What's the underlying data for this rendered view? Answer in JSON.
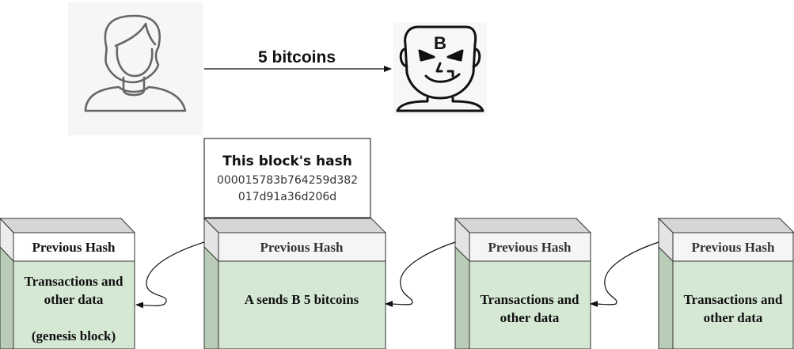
{
  "transfer": {
    "amount_label": "5 bitcoins",
    "sender_icon": "person-icon",
    "receiver_icon": "bitcoin-villain-icon",
    "coin_symbol": "B"
  },
  "hash_callout": {
    "title": "This block's hash",
    "line1": "000015783b764259d382",
    "line2": "017d91a36d206d"
  },
  "blocks": [
    {
      "header": "Previous Hash",
      "body_line1": "Transactions and",
      "body_line2": "other data",
      "body_line3": "(genesis block)"
    },
    {
      "header": "Previous Hash",
      "body_line1": "A sends B 5 bitcoins"
    },
    {
      "header": "Previous Hash",
      "body_line1": "Transactions and",
      "body_line2": "other data"
    },
    {
      "header": "Previous Hash",
      "body_line1": "Transactions and",
      "body_line2": "other data"
    }
  ],
  "colors": {
    "block_body": "#d5e8d4",
    "block_body_side": "#b8ccb7",
    "block_header": "#f5f5f5",
    "block_header_side": "#d6d6d6",
    "genesis_header": "#ffffff",
    "stroke": "#333333"
  }
}
